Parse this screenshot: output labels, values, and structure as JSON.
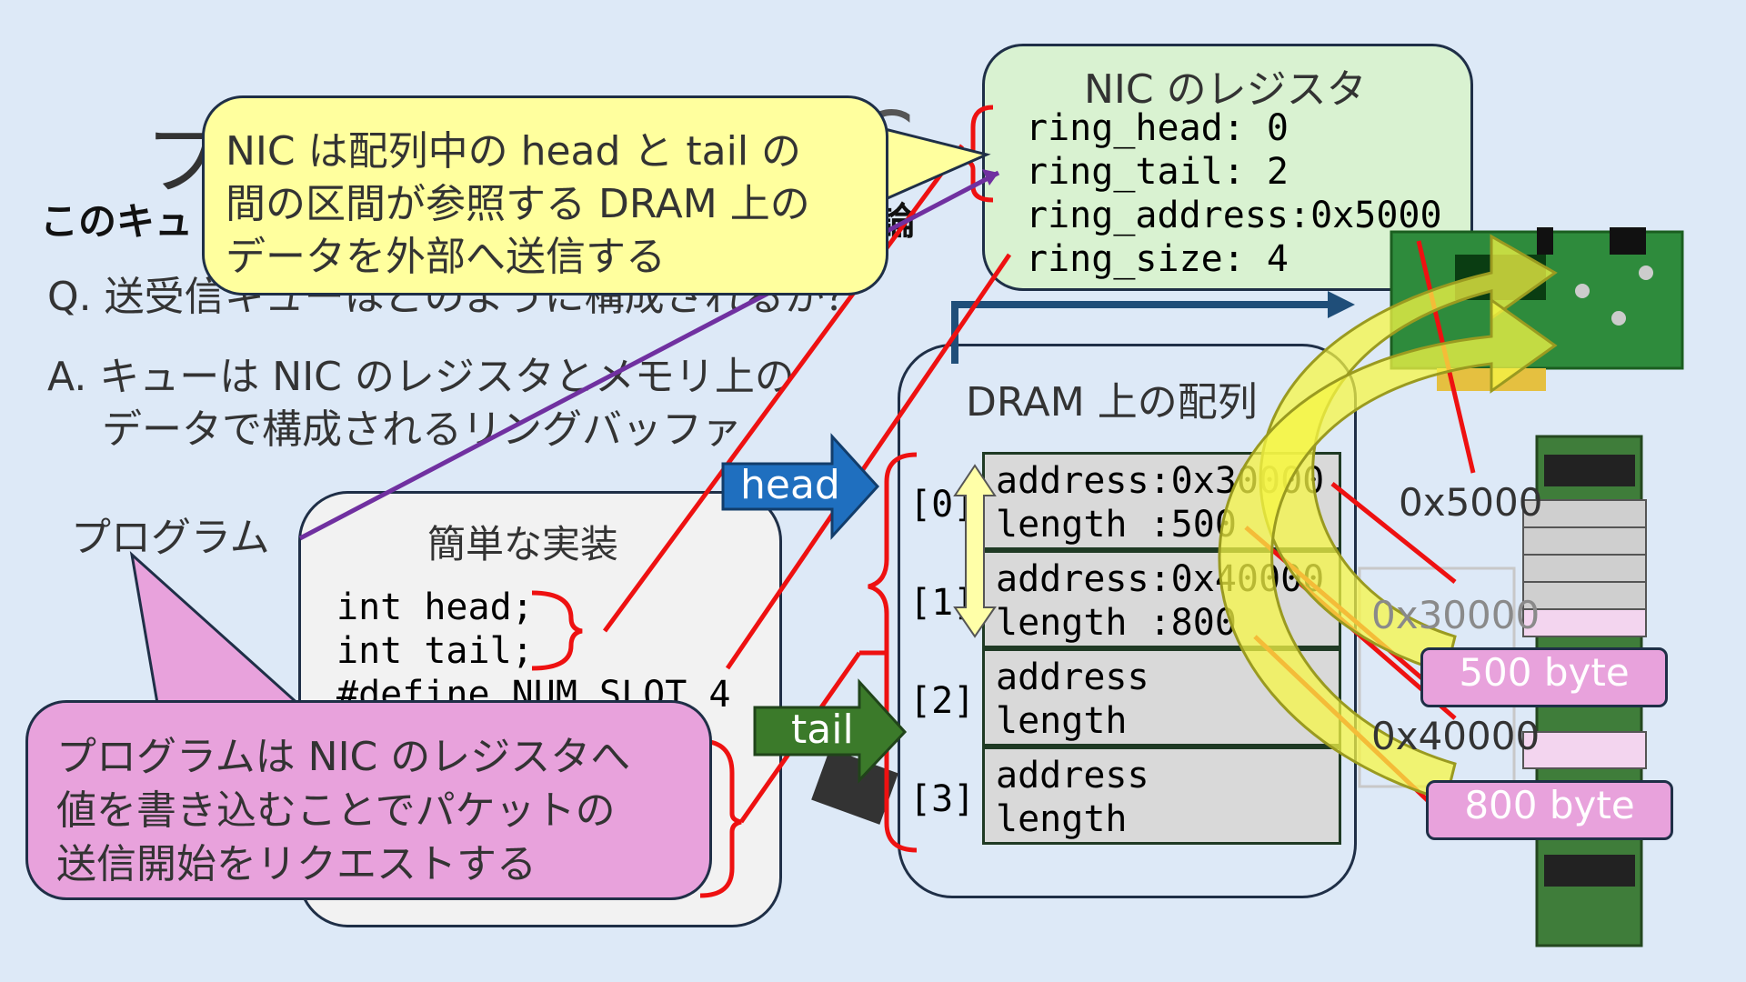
{
  "slide": {
    "title_partial": "プ",
    "title_partial_right": "C",
    "subtitle_partial": "このキュ",
    "subtitle_partial_right": "論",
    "question": "Q. 送受信キューはどのように構成されるか？",
    "answer_line1": "A. キューは NIC のレジスタとメモリ上の",
    "answer_line2": "データで構成されるリングバッファ"
  },
  "program_label": "プログラム",
  "impl": {
    "title": "簡単な実装",
    "code": [
      "int head;",
      "int tail;",
      "#define NUM_SLOT 4"
    ]
  },
  "nic": {
    "title": "NIC のレジスタ",
    "registers": [
      "ring_head: 0",
      "ring_tail: 2",
      "ring_address:0x5000",
      "ring_size: 4"
    ]
  },
  "dram": {
    "title": "DRAM 上の配列",
    "slots": [
      {
        "index": "[0]",
        "line1": "address:0x30000",
        "line2": "length :500"
      },
      {
        "index": "[1]",
        "line1": "address:0x40000",
        "line2": "length :800"
      },
      {
        "index": "[2]",
        "line1": "address",
        "line2": "length"
      },
      {
        "index": "[3]",
        "line1": "address",
        "line2": "length"
      }
    ]
  },
  "arrows": {
    "head": "head",
    "tail": "tail"
  },
  "memory": {
    "ring_addr": "0x5000",
    "buf1_addr": "0x30000",
    "buf2_addr": "0x40000",
    "buf1_size": "500 byte",
    "buf2_size": "800 byte"
  },
  "callouts": {
    "yellow": [
      "NIC は配列中の head と tail の",
      "間の区間が参照する DRAM 上の",
      "データを外部へ送信する"
    ],
    "pink": [
      "プログラムは NIC のレジスタへ",
      "値を書き込むことでパケットの",
      "送信開始をリクエストする"
    ]
  },
  "colors": {
    "background": "#dde9f7",
    "head_arrow": "#1f6fbf",
    "tail_arrow": "#3b7a2a",
    "red_lines": "#ee1111",
    "purple_line": "#7030a0",
    "yellow_callout": "#ffff9e",
    "pink_callout": "#e8a2dc",
    "nic_box": "#d9f2d1"
  }
}
